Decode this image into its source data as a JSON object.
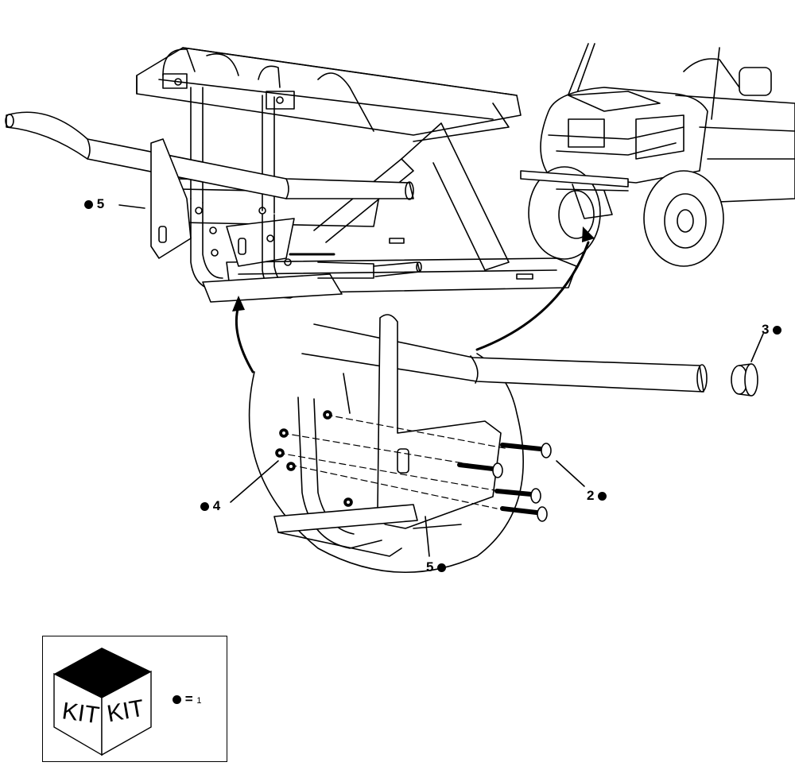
{
  "callouts": [
    {
      "id": "5",
      "label": "5"
    },
    {
      "id": "3",
      "label": "3"
    },
    {
      "id": "2",
      "label": "2"
    },
    {
      "id": "4",
      "label": "4"
    },
    {
      "id": "5b",
      "label": "5"
    }
  ],
  "legend": {
    "kit_text_left": "KIT",
    "kit_text_right": "KIT",
    "equals": "=",
    "quantity": "1"
  },
  "colors": {
    "line": "#000000",
    "paper": "#ffffff"
  }
}
